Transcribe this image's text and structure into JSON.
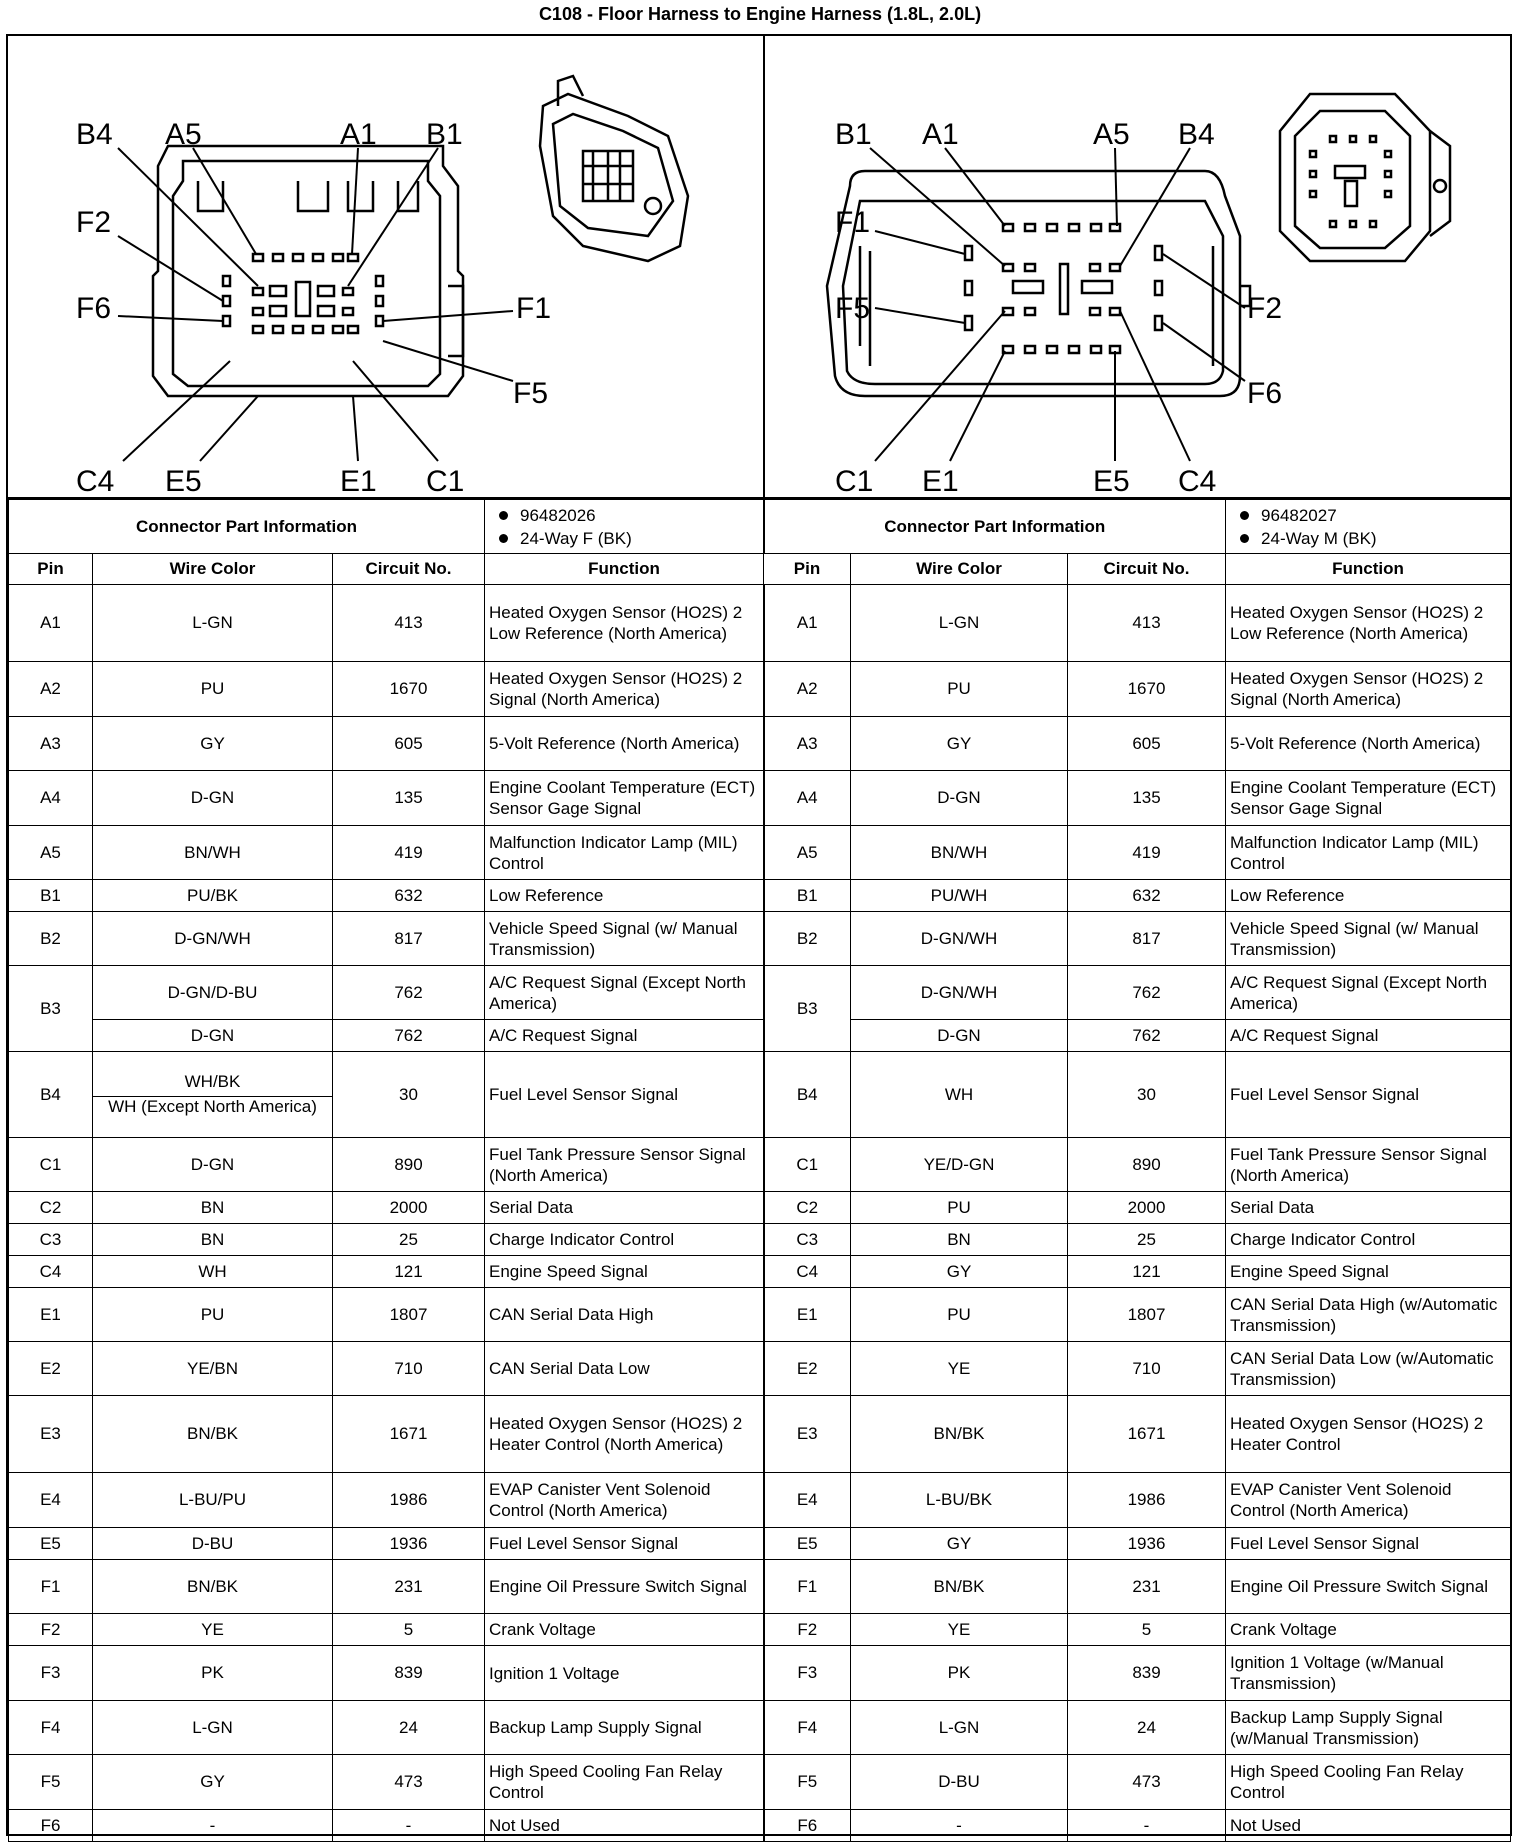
{
  "title": "C108 - Floor Harness to Engine Harness (1.8L, 2.0L)",
  "diagrams": {
    "female": {
      "top_labels": [
        "B4",
        "A5",
        "A1",
        "B1"
      ],
      "left_labels": [
        "F2",
        "F6"
      ],
      "right_labels": [
        "F1",
        "F5"
      ],
      "bottom_labels": [
        "C4",
        "E5",
        "E1",
        "C1"
      ],
      "icon": "connector-face-illustration"
    },
    "male": {
      "top_labels": [
        "B1",
        "A1",
        "A5",
        "B4"
      ],
      "left_labels": [
        "F1",
        "F5"
      ],
      "right_labels": [
        "F2",
        "F6"
      ],
      "bottom_labels": [
        "C1",
        "E1",
        "E5",
        "C4"
      ],
      "icon": "connector-body-illustration"
    }
  },
  "connector_info": {
    "label": "Connector Part Information",
    "female": {
      "part_number": "96482026",
      "description": "24-Way F (BK)"
    },
    "male": {
      "part_number": "96482027",
      "description": "24-Way M (BK)"
    }
  },
  "headers": {
    "pin": "Pin",
    "wire_color": "Wire Color",
    "circuit": "Circuit No.",
    "function": "Function"
  },
  "rows": [
    {
      "h": "77",
      "pin": "A1",
      "fc": "L-GN",
      "cn": "413",
      "ff": "Heated Oxygen Sensor (HO2S) 2 Low Reference (North America)",
      "mc": "L-GN",
      "mf": "Heated Oxygen Sensor (HO2S) 2 Low Reference (North America)"
    },
    {
      "h": "55",
      "pin": "A2",
      "fc": "PU",
      "cn": "1670",
      "ff": "Heated Oxygen Sensor (HO2S) 2 Signal (North America)",
      "mc": "PU",
      "mf": "Heated Oxygen Sensor (HO2S) 2 Signal (North America)"
    },
    {
      "h": "54",
      "pin": "A3",
      "fc": "GY",
      "cn": "605",
      "ff": "5-Volt Reference (North America)",
      "mc": "GY",
      "mf": "5-Volt Reference (North America)"
    },
    {
      "h": "55",
      "pin": "A4",
      "fc": "D-GN",
      "cn": "135",
      "ff": "Engine Coolant Temperature (ECT) Sensor Gage Signal",
      "mc": "D-GN",
      "mf": "Engine Coolant Temperature (ECT) Sensor Gage Signal"
    },
    {
      "h": "54",
      "pin": "A5",
      "fc": "BN/WH",
      "cn": "419",
      "ff": "Malfunction Indicator Lamp (MIL) Control",
      "mc": "BN/WH",
      "mf": "Malfunction Indicator Lamp (MIL) Control"
    },
    {
      "h": "32",
      "pin": "B1",
      "fc": "PU/BK",
      "cn": "632",
      "ff": "Low Reference",
      "mc": "PU/WH",
      "mf": "Low Reference"
    },
    {
      "h": "54",
      "pin": "B2",
      "fc": "D-GN/WH",
      "cn": "817",
      "ff": "Vehicle Speed Signal (w/ Manual Transmission)",
      "mc": "D-GN/WH",
      "mf": "Vehicle Speed Signal (w/ Manual Transmission)"
    },
    {
      "h": "54",
      "pin": "B3",
      "fc": "D-GN/D-BU",
      "cn": "762",
      "ff": "A/C Request Signal (Except North America)",
      "mc": "D-GN/WH",
      "mf": "A/C Request Signal (Except North America)"
    },
    {
      "h": "32",
      "pin": "",
      "fc": "D-GN",
      "cn": "762",
      "ff": "A/C Request Signal",
      "mc": "D-GN",
      "mf": "A/C Request Signal"
    },
    {
      "h": "86",
      "pin": "B4",
      "fc": "WH/BK",
      "fc2": "WH (Except North America)",
      "cn": "30",
      "ff": "Fuel Level Sensor Signal",
      "mc": "WH",
      "mf": "Fuel Level Sensor Signal"
    },
    {
      "h": "54",
      "pin": "C1",
      "fc": "D-GN",
      "cn": "890",
      "ff": "Fuel Tank Pressure Sensor Signal (North America)",
      "mc": "YE/D-GN",
      "mf": "Fuel Tank Pressure Sensor Signal (North America)"
    },
    {
      "h": "32",
      "pin": "C2",
      "fc": "BN",
      "cn": "2000",
      "ff": "Serial Data",
      "mc": "PU",
      "mf": "Serial Data"
    },
    {
      "h": "32",
      "pin": "C3",
      "fc": "BN",
      "cn": "25",
      "ff": "Charge Indicator Control",
      "mc": "BN",
      "mf": "Charge Indicator Control"
    },
    {
      "h": "32",
      "pin": "C4",
      "fc": "WH",
      "cn": "121",
      "ff": "Engine Speed Signal",
      "mc": "GY",
      "mf": "Engine Speed Signal"
    },
    {
      "h": "54",
      "pin": "E1",
      "fc": "PU",
      "cn": "1807",
      "ff": "CAN Serial Data High",
      "mc": "PU",
      "mf": "CAN Serial Data High (w/Automatic Transmission)"
    },
    {
      "h": "54",
      "pin": "E2",
      "fc": "YE/BN",
      "cn": "710",
      "ff": "CAN Serial Data Low",
      "mc": "YE",
      "mf": "CAN Serial Data Low (w/Automatic Transmission)"
    },
    {
      "h": "77",
      "pin": "E3",
      "fc": "BN/BK",
      "cn": "1671",
      "ff": "Heated Oxygen Sensor (HO2S) 2 Heater Control (North America)",
      "mc": "BN/BK",
      "mf": "Heated Oxygen Sensor (HO2S) 2 Heater Control"
    },
    {
      "h": "55",
      "pin": "E4",
      "fc": "L-BU/PU",
      "cn": "1986",
      "ff": "EVAP Canister Vent Solenoid Control (North America)",
      "mc": "L-BU/BK",
      "mf": "EVAP Canister Vent Solenoid Control (North America)"
    },
    {
      "h": "32",
      "pin": "E5",
      "fc": "D-BU",
      "cn": "1936",
      "ff": "Fuel Level Sensor Signal",
      "mc": "GY",
      "mf": "Fuel Level Sensor Signal"
    },
    {
      "h": "54",
      "pin": "F1",
      "fc": "BN/BK",
      "cn": "231",
      "ff": "Engine Oil Pressure Switch Signal",
      "mc": "BN/BK",
      "mf": "Engine Oil Pressure Switch Signal"
    },
    {
      "h": "32",
      "pin": "F2",
      "fc": "YE",
      "cn": "5",
      "ff": "Crank Voltage",
      "mc": "YE",
      "mf": "Crank Voltage"
    },
    {
      "h": "55",
      "pin": "F3",
      "fc": "PK",
      "cn": "839",
      "ff": "Ignition 1 Voltage",
      "mc": "PK",
      "mf": "Ignition 1 Voltage (w/Manual Transmission)"
    },
    {
      "h": "54",
      "pin": "F4",
      "fc": "L-GN",
      "cn": "24",
      "ff": "Backup Lamp Supply Signal",
      "mc": "L-GN",
      "mf": "Backup Lamp Supply Signal (w/Manual Transmission)"
    },
    {
      "h": "55",
      "pin": "F5",
      "fc": "GY",
      "cn": "473",
      "ff": "High Speed Cooling Fan Relay Control",
      "mc": "D-BU",
      "mf": "High Speed Cooling Fan Relay Control"
    },
    {
      "h": "32",
      "pin": "F6",
      "fc": "-",
      "cn": "-",
      "ff": "Not Used",
      "mc": "-",
      "mf": "Not Used"
    }
  ]
}
